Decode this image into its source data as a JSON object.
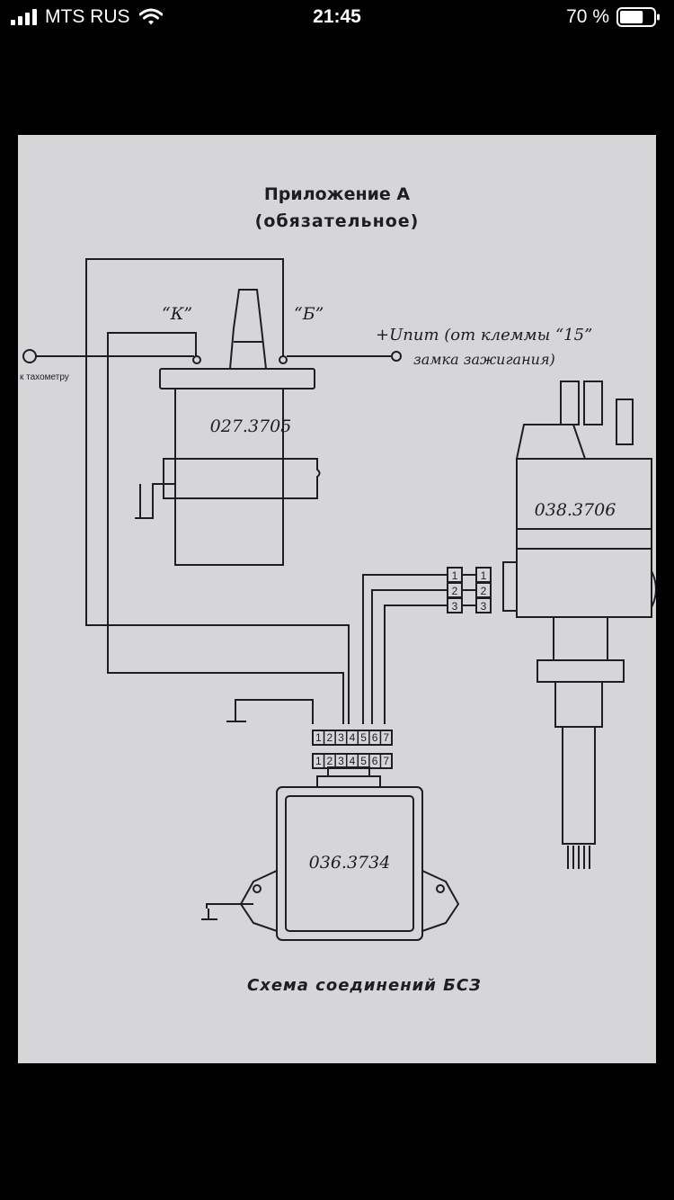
{
  "status_bar": {
    "carrier": "MTS RUS",
    "time": "21:45",
    "battery_percent": "70 %",
    "battery_level": 0.7,
    "icons": [
      "signal-icon",
      "wifi-icon",
      "battery-icon"
    ]
  },
  "diagram": {
    "title": "Приложение А",
    "subtitle": "(обязательное)",
    "coil_terminal_k": "“К”",
    "coil_terminal_b": "“Б”",
    "supply_label": "+Uпит (от клеммы “15”",
    "supply_label_line2": "замка зажигания)",
    "tachometer_label": "к тахометру",
    "coil_model": "027.3705",
    "distributor_model": "038.3706",
    "switch_model": "036.3734",
    "distributor_pins": [
      "1",
      "2",
      "3"
    ],
    "switch_pins": [
      "1",
      "2",
      "3",
      "4",
      "5",
      "6",
      "7"
    ],
    "caption": "Схема соединений БСЗ"
  },
  "colors": {
    "background": "#000000",
    "paper": "#d6d5d8",
    "ink": "#1e1e22",
    "status_text": "#ffffff"
  }
}
